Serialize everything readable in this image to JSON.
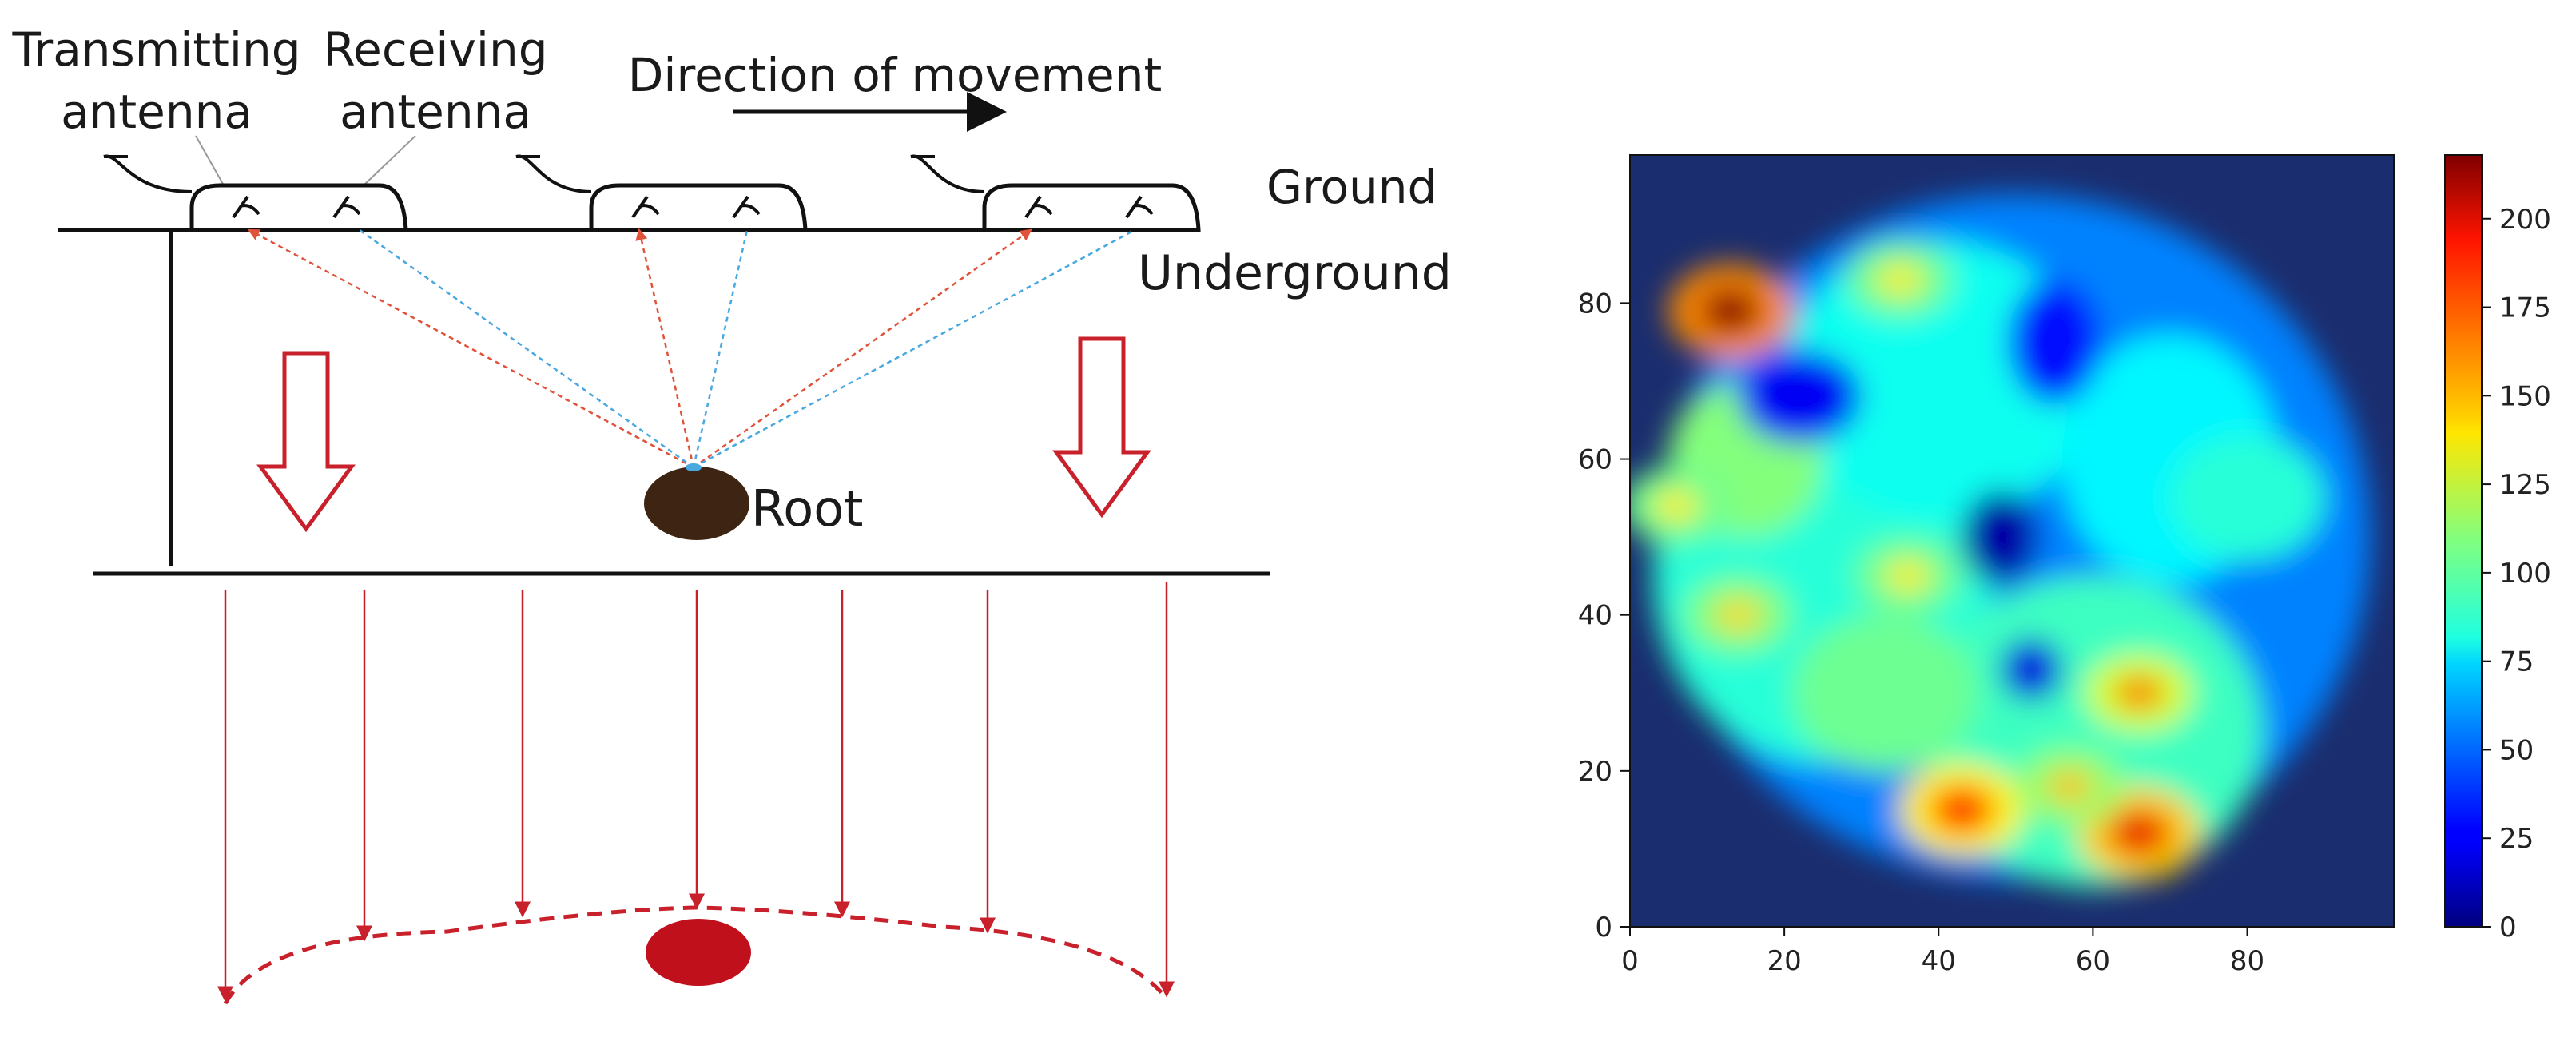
{
  "diagram": {
    "labels": {
      "transmitting_1": "Transmitting",
      "transmitting_2": "antenna",
      "receiving_1": "Receiving",
      "receiving_2": "antenna",
      "direction": "Direction of movement",
      "ground": "Ground",
      "underground": "Underground",
      "root": "Root"
    },
    "colors": {
      "line": "#111111",
      "root_brown": "#3e2413",
      "arrow_red": "#c8212b",
      "ray_red": "#e0533a",
      "ray_blue": "#4aa8e0",
      "target_red": "#c0101c"
    }
  },
  "chart_data": {
    "type": "heatmap",
    "title": "",
    "xlabel": "",
    "ylabel": "",
    "xlim": [
      0,
      99
    ],
    "ylim": [
      0,
      99
    ],
    "xticks": [
      "0",
      "20",
      "40",
      "60",
      "80"
    ],
    "yticks": [
      "0",
      "20",
      "40",
      "60",
      "80"
    ],
    "colorbar": {
      "colormap": "jet",
      "range": [
        0,
        218
      ],
      "ticks": [
        "0",
        "25",
        "50",
        "75",
        "100",
        "125",
        "150",
        "175",
        "200"
      ]
    },
    "background_value": 8,
    "hotspots": [
      {
        "x": 13,
        "y": 79,
        "value": 215
      },
      {
        "x": 43,
        "y": 15,
        "value": 185
      },
      {
        "x": 66,
        "y": 12,
        "value": 195
      },
      {
        "x": 66,
        "y": 30,
        "value": 170
      },
      {
        "x": 57,
        "y": 18,
        "value": 150
      },
      {
        "x": 35,
        "y": 83,
        "value": 140
      },
      {
        "x": 6,
        "y": 54,
        "value": 140
      },
      {
        "x": 14,
        "y": 40,
        "value": 145
      },
      {
        "x": 36,
        "y": 45,
        "value": 140
      }
    ]
  }
}
